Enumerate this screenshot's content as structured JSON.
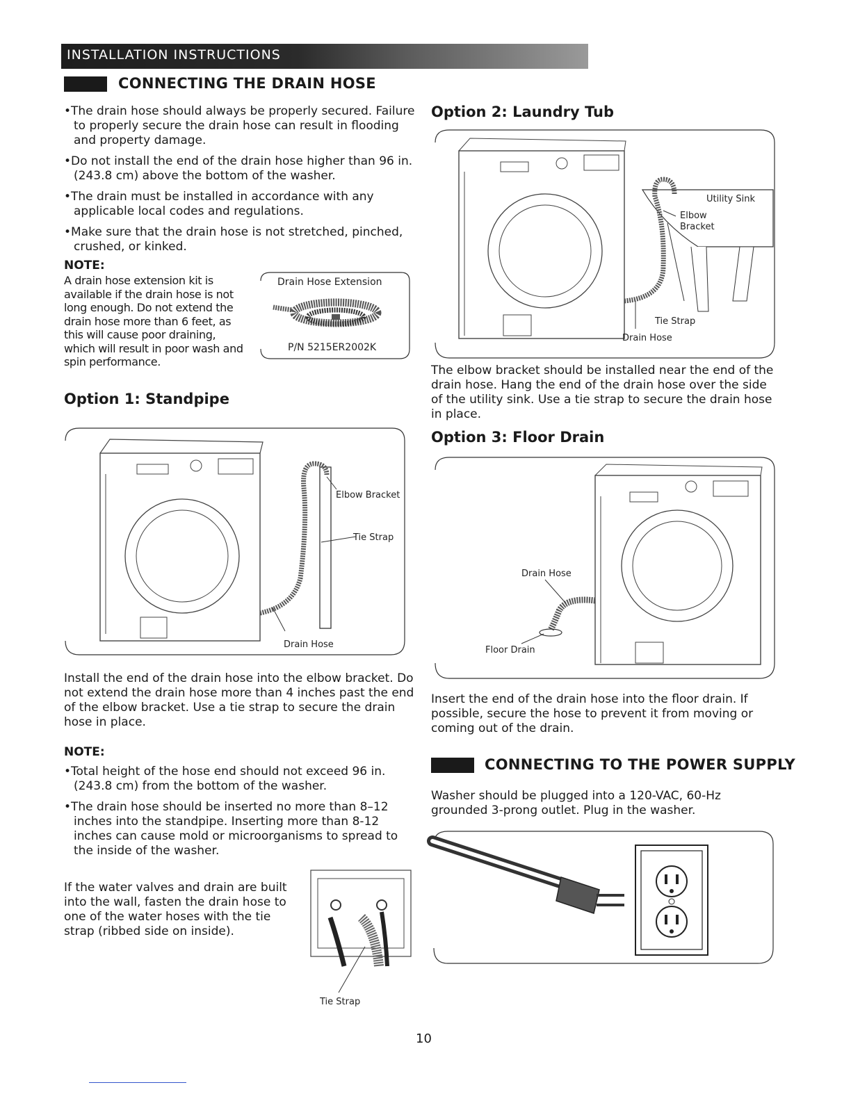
{
  "header": {
    "banner": "INSTALLATION INSTRUCTIONS"
  },
  "drain": {
    "title": "CONNECTING THE DRAIN HOSE",
    "bullets": [
      "•The drain hose should always be properly secured. Failure to properly secure the drain hose can result in flooding and property damage.",
      "•Do not install the end of the drain hose higher than 96 in. (243.8 cm) above the bottom of the washer.",
      "•The drain must be installed in accordance with any applicable local codes and regulations.",
      "•Make sure that the drain hose is not stretched, pinched, crushed, or kinked."
    ],
    "note_heading": "NOTE:",
    "note_text": "A drain hose extension kit is available if the drain hose is not long enough. Do not extend the drain hose more than 6 feet, as this will cause poor draining, which will result in poor wash and spin performance.",
    "extension_label": "Drain Hose Extension",
    "extension_pn": "P/N 5215ER2002K"
  },
  "option1": {
    "title": "Option 1: Standpipe",
    "labels": {
      "elbow": "Elbow Bracket",
      "tie": "Tie Strap",
      "hose": "Drain Hose"
    },
    "text": "Install the end of the drain hose into the elbow bracket. Do not extend the drain hose more than 4 inches past the end of the elbow bracket. Use a tie strap to secure the drain hose in place.",
    "note_heading": "NOTE:",
    "note_bullets": [
      "•Total height of the hose end should not exceed 96 in. (243.8 cm) from the bottom of the washer.",
      "•The drain hose should be inserted no more than 8–12 inches into the standpipe. Inserting more than 8-12 inches can cause mold or microorganisms to spread to the inside of the washer."
    ],
    "wall_text": "If the water valves and drain are built into the wall, fasten the drain hose to one of the water hoses with the tie strap (ribbed side on inside).",
    "wall_label": "Tie Strap"
  },
  "option2": {
    "title": "Option 2: Laundry Tub",
    "labels": {
      "sink": "Utility Sink",
      "elbow1": "Elbow",
      "elbow2": "Bracket",
      "tie": "Tie Strap",
      "hose": "Drain Hose"
    },
    "text": "The elbow bracket should be installed near the end of the drain hose. Hang the end of the drain hose over the side of the utility sink. Use a tie strap to secure the drain hose in place."
  },
  "option3": {
    "title": "Option 3: Floor Drain",
    "labels": {
      "hose": "Drain Hose",
      "drain": "Floor Drain"
    },
    "text": "Insert the end of the drain hose into the floor drain. If possible, secure the hose to prevent it from moving or coming out of the drain."
  },
  "power": {
    "title": "CONNECTING TO THE POWER SUPPLY",
    "text": "Washer should be plugged into a 120-VAC, 60-Hz grounded 3-prong outlet. Plug in the washer."
  },
  "page_number": "10"
}
